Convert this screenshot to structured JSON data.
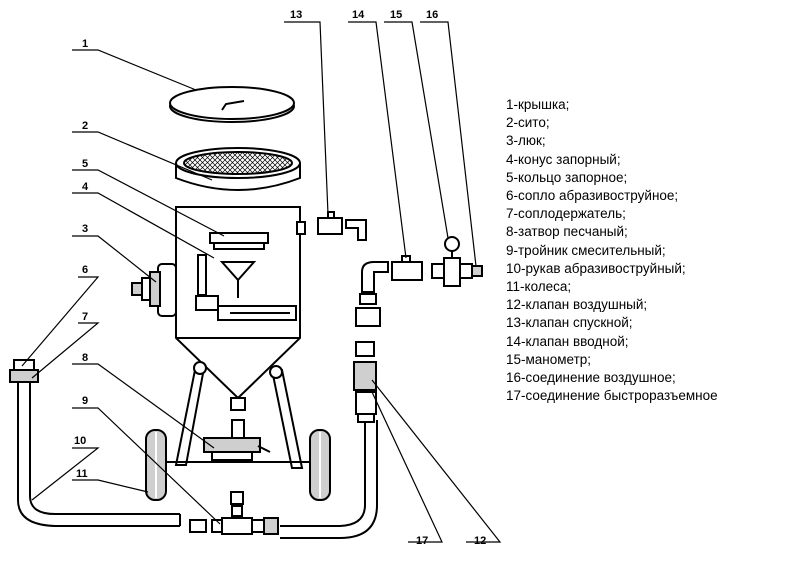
{
  "legend": [
    "1-крышка;",
    "2-сито;",
    "3-люк;",
    "4-конус запорный;",
    "5-кольцо запорное;",
    "6-сопло абразивоструйное;",
    "7-соплодержатель;",
    "8-затвор песчаный;",
    "9-тройник смесительный;",
    "10-рукав абразивоструйный;",
    "11-колеса;",
    "12-клапан воздушный;",
    "13-клапан спускной;",
    "14-клапан вводной;",
    "15-манометр;",
    "16-соединение воздушное;",
    "17-соединение быстроразъемное"
  ],
  "callouts": [
    "1",
    "2",
    "3",
    "4",
    "5",
    "6",
    "7",
    "8",
    "9",
    "10",
    "11",
    "12",
    "13",
    "14",
    "15",
    "16",
    "17"
  ],
  "colors": {
    "line": "#000000",
    "fill": "#ffffff",
    "shade": "#cfcfcf"
  }
}
